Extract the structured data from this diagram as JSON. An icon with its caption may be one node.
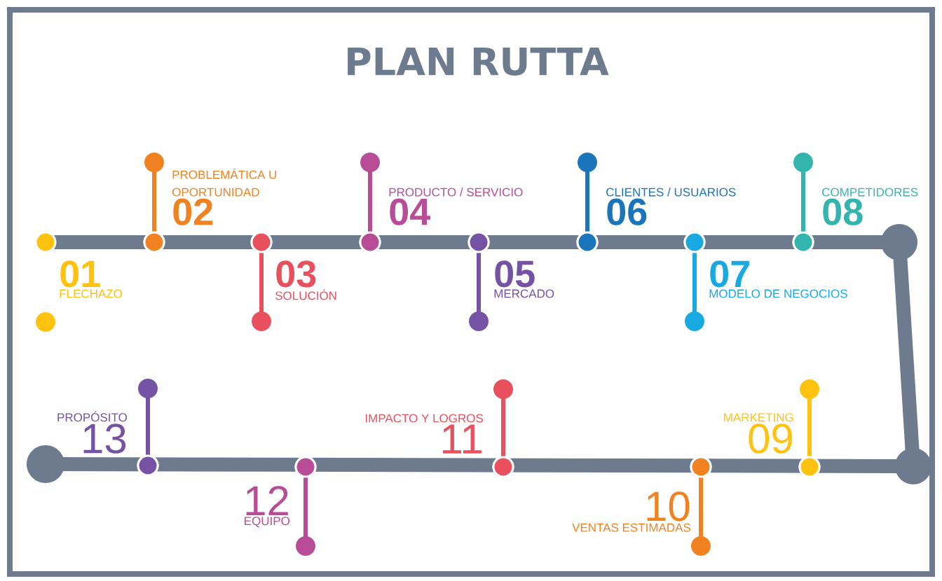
{
  "diagram": {
    "title": "PLAN RUTTA",
    "nodes": [
      {
        "text": [
          "01",
          "FLECHAZO"
        ]
      },
      {
        "text": [
          "PROBLEMÁTICA U OPORTUNIDAD",
          "02"
        ]
      },
      {
        "text": [
          "03",
          "SOLUCIÓN"
        ]
      },
      {
        "text": [
          "PRODUCTO / SERVICIO",
          "04"
        ]
      },
      {
        "text": [
          "05",
          "MERCADO"
        ]
      },
      {
        "text": [
          "CLIENTES / USUARIOS",
          "06"
        ]
      },
      {
        "text": [
          "07",
          "MODELO DE NEGOCIOS"
        ]
      },
      {
        "text": [
          "COMPETIDORES",
          "08"
        ]
      },
      {
        "text": [
          "MARKETING",
          "09"
        ]
      },
      {
        "text": [
          "10",
          "VENTAS ESTIMADAS"
        ]
      },
      {
        "text": [
          "IMPACTO Y LOGROS",
          "11"
        ]
      },
      {
        "text": [
          "12",
          "EQUIPO"
        ]
      },
      {
        "text": [
          "PROPÓSITO",
          "13"
        ]
      }
    ]
  }
}
